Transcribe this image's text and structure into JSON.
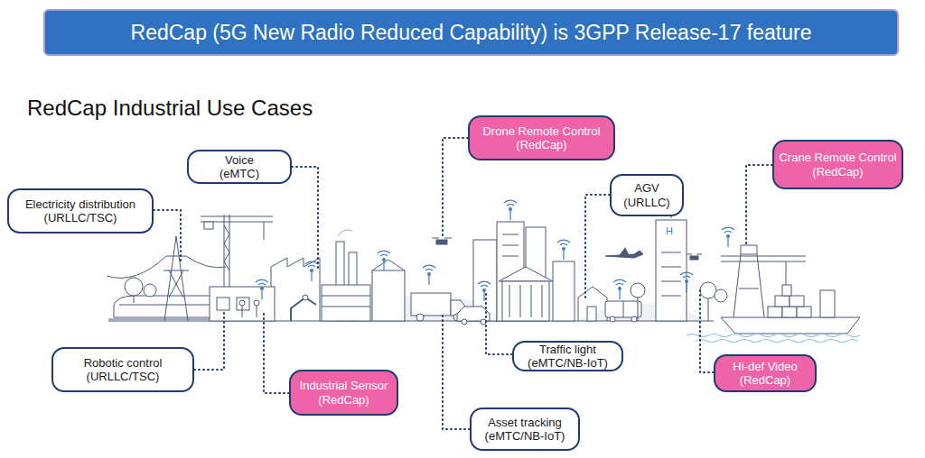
{
  "diagram": {
    "title": "RedCap (5G New Radio Reduced Capability) is 3GPP Release-17 feature",
    "nodes": [
      {
        "text": [
          "Electricity distribution",
          "(URLLC/TSC)"
        ]
      },
      {
        "text": [
          "Voice",
          "(eMTC)"
        ]
      },
      {
        "text": [
          "Drone Remote Control",
          "(RedCap)"
        ]
      },
      {
        "text": [
          "AGV",
          "(URLLC)"
        ]
      },
      {
        "text": [
          "Crane Remote Control",
          "(RedCap)"
        ]
      },
      {
        "text": [
          "Robotic control",
          "(URLLC/TSC)"
        ]
      },
      {
        "text": [
          "Industrial Sensor",
          "(RedCap)"
        ]
      },
      {
        "text": [
          "Traffic light",
          "(eMTC/NB-IoT)"
        ]
      },
      {
        "text": [
          "Asset tracking",
          "(eMTC/NB-IoT)"
        ]
      },
      {
        "text": [
          "Hi-def Video",
          "(RedCap)"
        ]
      }
    ],
    "labels": [
      "RedCap Industrial Use Cases",
      "H"
    ]
  }
}
